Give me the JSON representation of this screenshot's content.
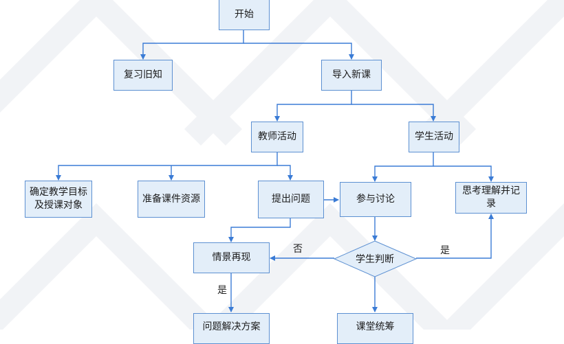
{
  "nodes": {
    "start": "开始",
    "review": "复习旧知",
    "intro": "导入新课",
    "teacher": "教师活动",
    "student": "学生活动",
    "goals_line1": "确定教学目标",
    "goals_line2": "及授课对象",
    "prepare": "准备课件资源",
    "ask": "提出问题",
    "discuss": "参与讨论",
    "think_line1": "思考理解并记",
    "think_line2": "录",
    "judge": "学生判断",
    "scene": "情景再现",
    "solution": "问题解决方案",
    "summary": "课堂统筹"
  },
  "edge_labels": {
    "no": "否",
    "yes_right": "是",
    "yes_down": "是"
  },
  "colors": {
    "node_fill": "#e3eef9",
    "node_border": "#5b8fd1",
    "arrow": "#3a7bd5"
  }
}
